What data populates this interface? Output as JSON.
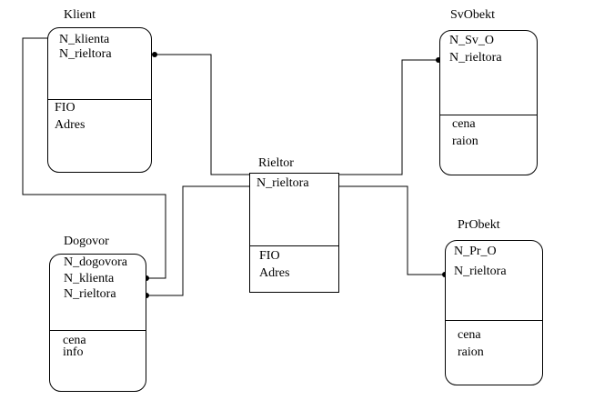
{
  "entities": {
    "klient": {
      "title": "Klient",
      "keys": [
        "N_klienta",
        "N_rieltora"
      ],
      "attrs": [
        "FIO",
        "Adres"
      ]
    },
    "svobekt": {
      "title": "SvObekt",
      "keys": [
        "N_Sv_O",
        "N_rieltora"
      ],
      "attrs": [
        "cena",
        "raion"
      ]
    },
    "rieltor": {
      "title": "Rieltor",
      "keys": [
        "N_rieltora"
      ],
      "attrs": [
        "FIO",
        "Adres"
      ]
    },
    "dogovor": {
      "title": "Dogovor",
      "keys": [
        "N_dogovora",
        "N_klienta",
        "N_rieltora"
      ],
      "attrs": [
        "cena",
        "info"
      ]
    },
    "probekt": {
      "title": "PrObekt",
      "keys": [
        "N_Pr_O",
        "N_rieltora"
      ],
      "attrs": [
        "cena",
        "raion"
      ]
    }
  }
}
